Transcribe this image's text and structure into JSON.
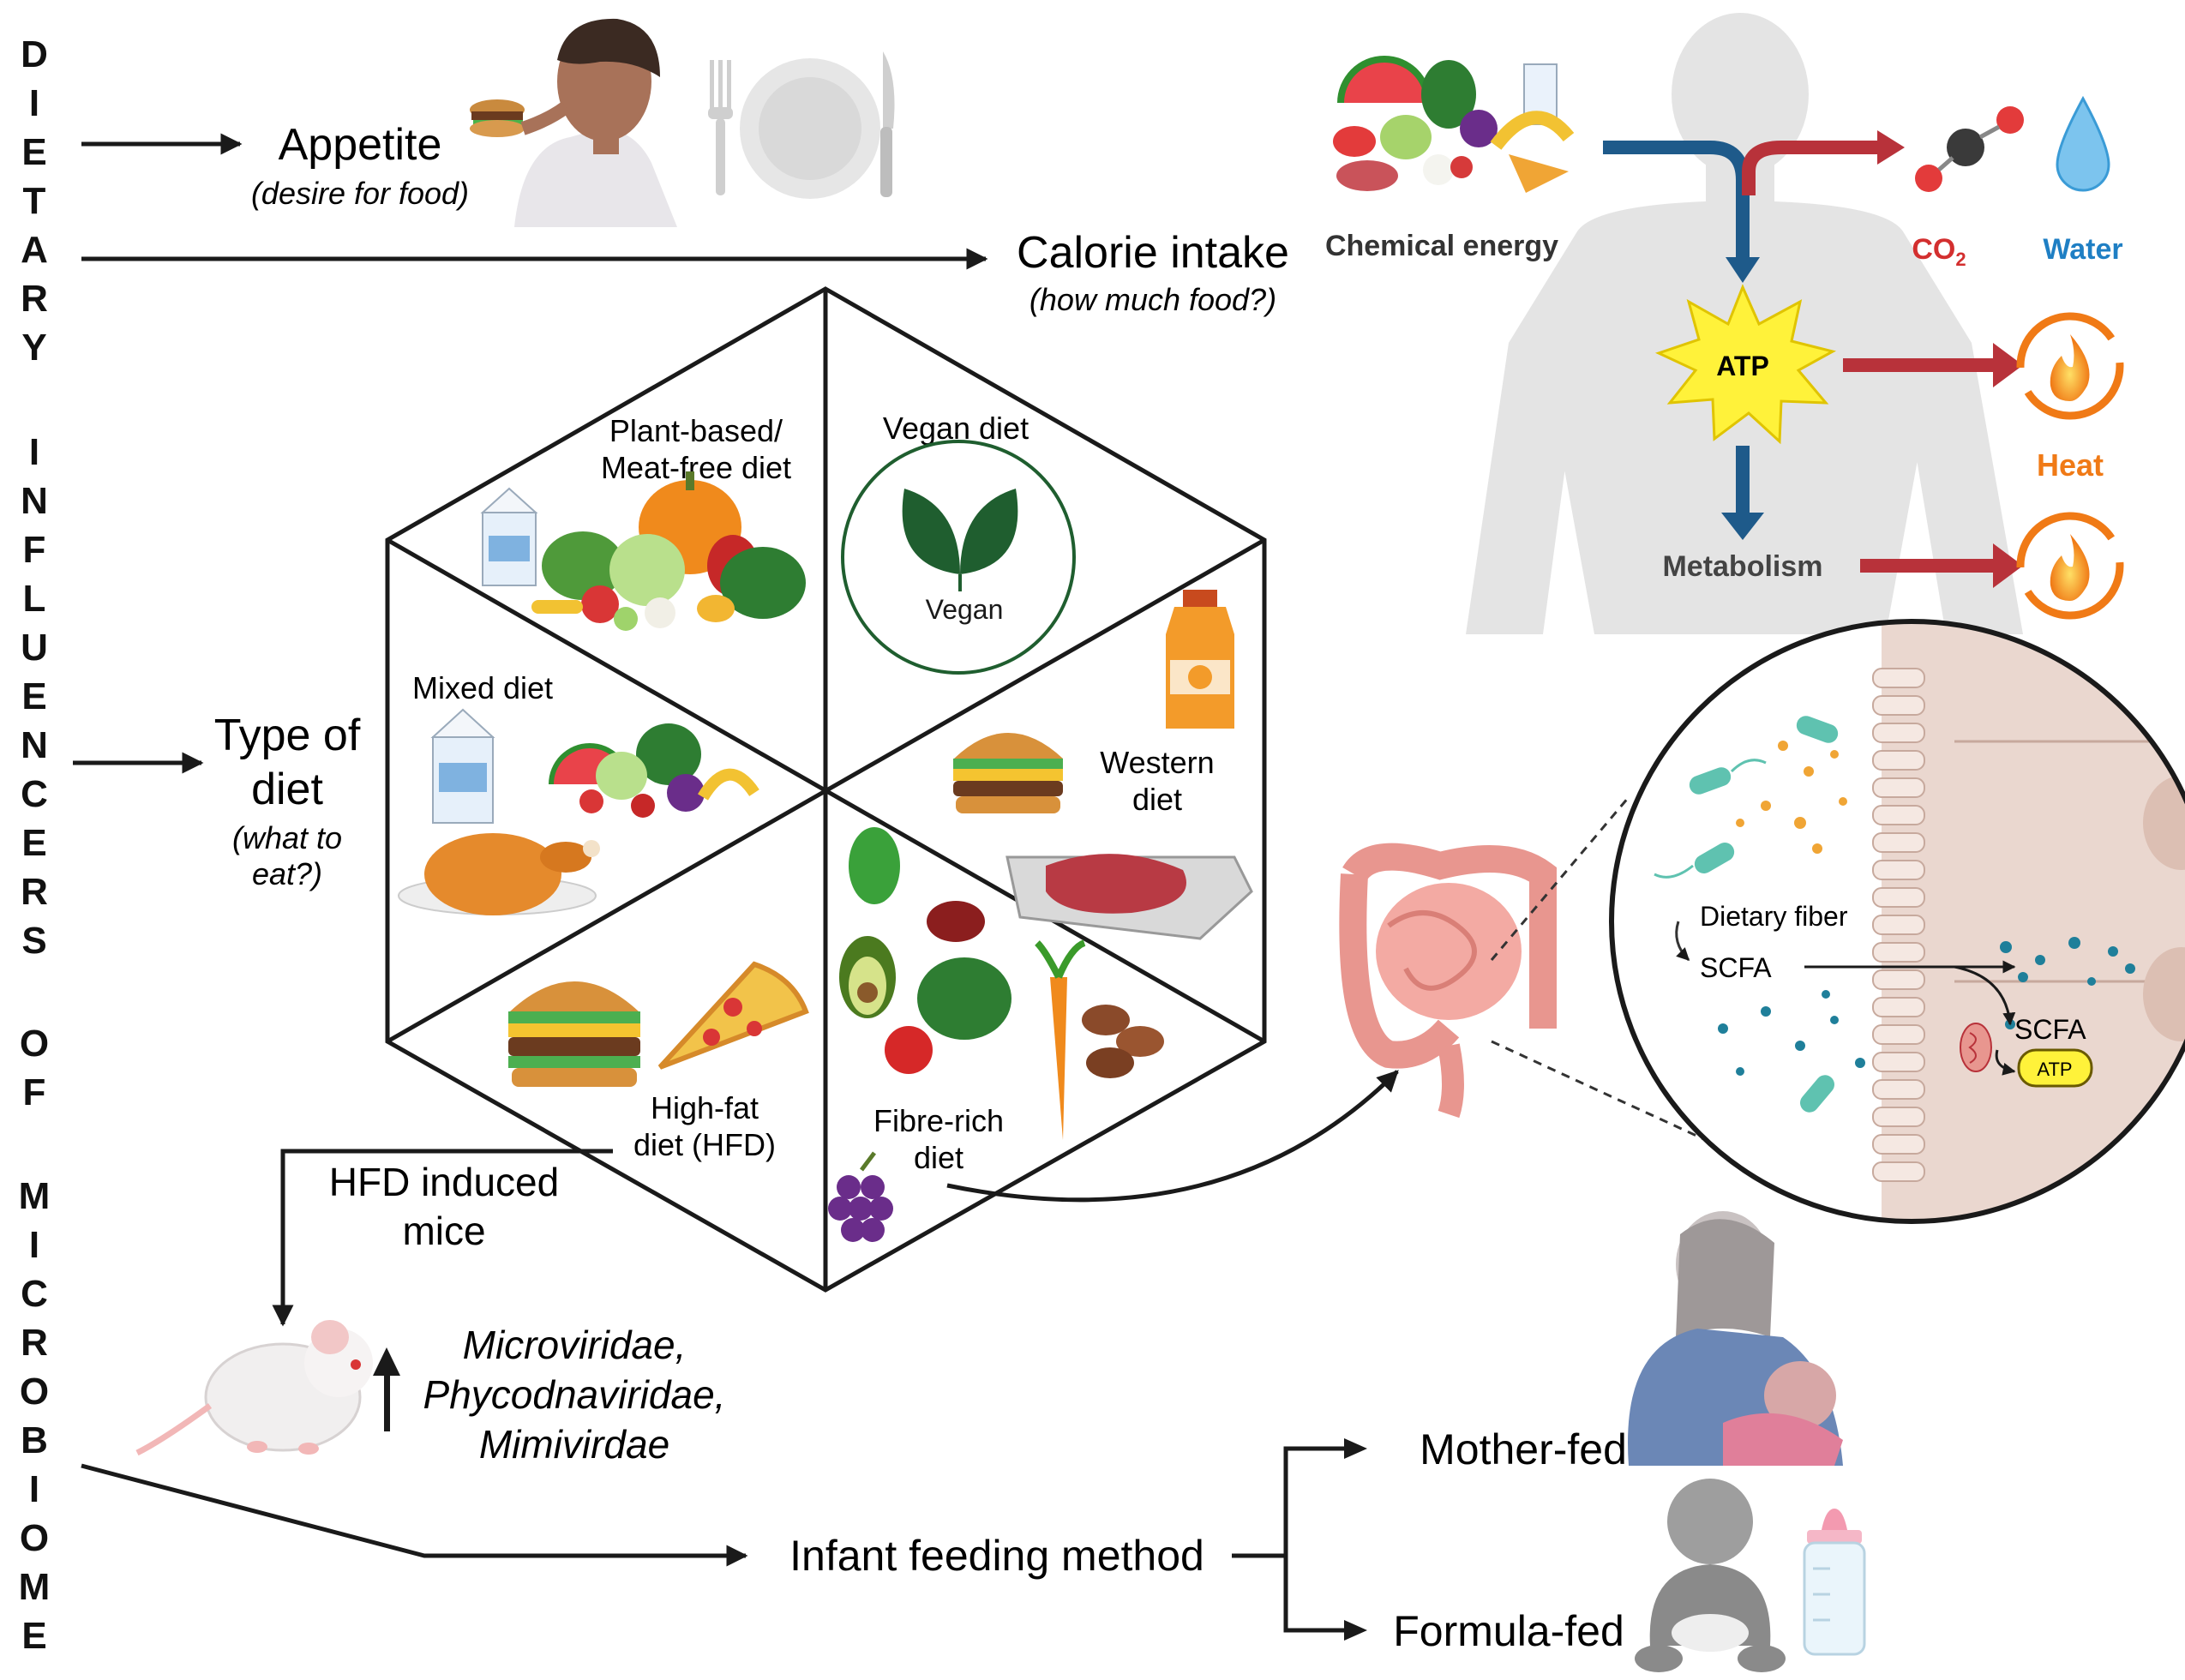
{
  "side_title_letters": [
    "D",
    "I",
    "E",
    "T",
    "A",
    "R",
    "Y",
    "I",
    "N",
    "F",
    "L",
    "U",
    "E",
    "N",
    "C",
    "E",
    "R",
    "S",
    "O",
    "F",
    "M",
    "I",
    "C",
    "R",
    "O",
    "B",
    "I",
    "O",
    "M",
    "E"
  ],
  "appetite": {
    "label": "Appetite",
    "sub": "(desire for food)"
  },
  "calorie": {
    "label": "Calorie intake",
    "sub": "(how much food?)"
  },
  "diet_type": {
    "line1": "Type of",
    "line2": "diet",
    "sub1": "(what to",
    "sub2": "eat?)"
  },
  "hexagon": {
    "plant_line1": "Plant-based/",
    "plant_line2": "Meat-free diet",
    "vegan": "Vegan diet",
    "vegan_badge": "Vegan",
    "mixed": "Mixed diet",
    "western_line1": "Western",
    "western_line2": "diet",
    "hfd_line1": "High-fat",
    "hfd_line2": "diet (HFD)",
    "fibre_line1": "Fibre-rich",
    "fibre_line2": "diet"
  },
  "energy": {
    "chemical": "Chemical energy",
    "co2_base": "CO",
    "co2_sub": "2",
    "water": "Water",
    "atp": "ATP",
    "heat": "Heat",
    "metabolism": "Metabolism"
  },
  "gut": {
    "fiber": "Dietary fiber",
    "scfa1": "SCFA",
    "scfa2": "SCFA",
    "atp": "ATP"
  },
  "hfd_mice": {
    "line1": "HFD induced",
    "line2": "mice"
  },
  "viruses": [
    "Microviridae,",
    "Phycodnaviridae,",
    "Mimivirdae"
  ],
  "infant": {
    "method": "Infant feeding method",
    "mother": "Mother-fed",
    "formula": "Formula-fed"
  },
  "colors": {
    "arrow": "#1a1a1a",
    "co2": "#d32f2f",
    "water": "#1f7fc4",
    "heat": "#f07a16",
    "blue_arrow": "#1e5a8a",
    "red_arrow": "#b8323a",
    "atp_star": "#fff23a",
    "silhouette": "#e4e4e4",
    "gut_wall": "#ead7cf",
    "vegan_green": "#1f5e2f"
  },
  "icons": [
    "person-eating-burger-icon",
    "fork-icon",
    "plate-icon",
    "knife-icon",
    "food-pile-icon",
    "human-silhouette-icon",
    "co2-molecule-icon",
    "water-drop-icon",
    "flame-icon",
    "milk-carton-icon",
    "pumpkin-icon",
    "leaf-icon",
    "juice-bottle-icon",
    "burger-icon",
    "steak-tray-icon",
    "roast-chicken-icon",
    "pizza-slice-icon",
    "avocado-icon",
    "bean-icon",
    "carrot-icon",
    "almond-icon",
    "grape-icon",
    "intestine-icon",
    "bacteria-icon",
    "mitochondria-icon",
    "mouse-icon",
    "mother-breastfeeding-icon",
    "baby-icon",
    "baby-bottle-icon"
  ]
}
